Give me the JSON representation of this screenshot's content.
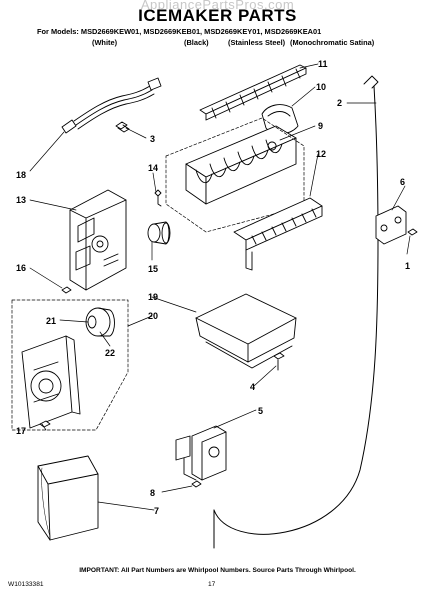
{
  "header": {
    "watermark": "AppliancePartsPros.com",
    "title": "ICEMAKER PARTS",
    "models_line": "For Models: MSD2669KEW01, MSD2669KEB01, MSD2669KEY01, MSD2669KEA01",
    "colors": [
      "(White)",
      "(Black)",
      "(Stainless Steel)",
      "(Monochromatic Satina)"
    ]
  },
  "callouts": [
    "1",
    "2",
    "3",
    "4",
    "5",
    "6",
    "7",
    "8",
    "9",
    "10",
    "11",
    "12",
    "13",
    "14",
    "15",
    "16",
    "17",
    "18",
    "19",
    "20",
    "21",
    "22"
  ],
  "footer": {
    "note": "IMPORTANT: All Part Numbers are Whirlpool Numbers. Source Parts Through Whirlpool.",
    "doc_number": "W10133381",
    "page_number": "17"
  }
}
